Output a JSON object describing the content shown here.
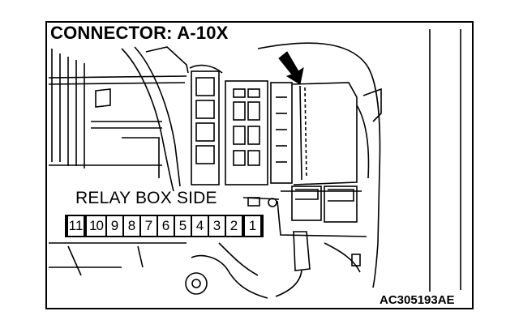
{
  "title": "CONNECTOR: A-10X",
  "side_label": "RELAY BOX SIDE",
  "figure_id": "AC305193AE",
  "pins": [
    "11",
    "10",
    "9",
    "8",
    "7",
    "6",
    "5",
    "4",
    "3",
    "2",
    "1"
  ],
  "colors": {
    "line": "#000000",
    "background": "#ffffff"
  },
  "icons": {
    "arrow": "arrow-down-icon"
  }
}
